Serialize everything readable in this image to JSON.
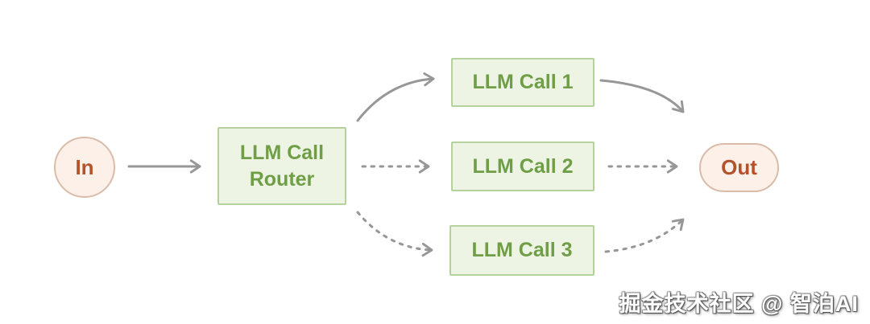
{
  "diagram": {
    "nodes": {
      "in": {
        "label": "In",
        "shape": "circle"
      },
      "router": {
        "label": "LLM Call Router",
        "shape": "rect"
      },
      "call1": {
        "label": "LLM Call 1",
        "shape": "rect"
      },
      "call2": {
        "label": "LLM Call 2",
        "shape": "rect"
      },
      "call3": {
        "label": "LLM Call 3",
        "shape": "rect"
      },
      "out": {
        "label": "Out",
        "shape": "pill"
      }
    },
    "edges": [
      {
        "from": "in",
        "to": "router",
        "style": "solid"
      },
      {
        "from": "router",
        "to": "call1",
        "style": "solid"
      },
      {
        "from": "router",
        "to": "call2",
        "style": "dashed"
      },
      {
        "from": "router",
        "to": "call3",
        "style": "dashed"
      },
      {
        "from": "call1",
        "to": "out",
        "style": "solid"
      },
      {
        "from": "call2",
        "to": "out",
        "style": "dashed"
      },
      {
        "from": "call3",
        "to": "out",
        "style": "dashed"
      }
    ],
    "colors": {
      "background": "#ffffff",
      "box_fill": "#edf4e4",
      "box_border": "#b6d29c",
      "box_text": "#6f9e46",
      "pill_fill": "#fcf0e9",
      "pill_border": "#d9bca9",
      "pill_text": "#b3532c",
      "arrow": "#979797"
    }
  },
  "watermark": {
    "text": "掘金技术社区 @ 智泊AI"
  }
}
